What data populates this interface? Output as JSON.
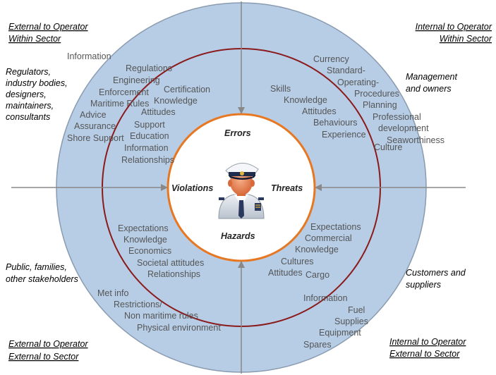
{
  "colors": {
    "outer_circle_fill": "#b7cde6",
    "outer_circle_stroke": "#8a9bb0",
    "middle_circle_stroke": "#8b1a1a",
    "inner_circle_fill": "#ffffff",
    "inner_circle_stroke": "#e87722",
    "axis_arrows": "#888888",
    "text": "#555555"
  },
  "corners": {
    "top_left": [
      "External to Operator",
      "Within Sector"
    ],
    "top_right": [
      "Internal to Operator",
      "Within Sector"
    ],
    "bottom_left": [
      "External to Operator",
      "External to Sector"
    ],
    "bottom_right": [
      "Internal to Operator",
      "External to Sector"
    ]
  },
  "stakeholders": {
    "top_left": [
      "Regulators,",
      "industry bodies,",
      "designers,",
      "maintainers,",
      "consultants"
    ],
    "top_right": [
      "Management",
      "and owners"
    ],
    "bottom_left": [
      "Public, families,",
      "other stakeholders"
    ],
    "bottom_right": [
      "Customers and",
      "suppliers"
    ]
  },
  "core": {
    "top": "Errors",
    "left": "Violations",
    "right": "Threats",
    "bottom": "Hazards",
    "center_icon": "ship-captain-icon"
  },
  "outer_ring": {
    "top_left": [
      "Information",
      "Assurance",
      "Shore Support"
    ],
    "top_right": [
      "Currency",
      "Standard-",
      "Operating-",
      "Procedures",
      "Planning",
      "Professional",
      "development",
      "Seaworthiness"
    ],
    "bottom_left": [
      "Met info",
      "Restrictions/",
      "Non maritime rules",
      "Physical environment"
    ],
    "bottom_right": [
      "Information",
      "Fuel",
      "Supplies",
      "Equipment",
      "Spares"
    ]
  },
  "middle_ring": {
    "top_left": [
      "Regulations",
      "Engineering",
      "Enforcement",
      "Maritime Rules",
      "Advice",
      "Certification",
      "Knowledge",
      "Attitudes",
      "Support",
      "Education",
      "Information",
      "Relationships"
    ],
    "top_right": [
      "Skills",
      "Knowledge",
      "Attitudes",
      "Behaviours",
      "Experience",
      "Culture"
    ],
    "bottom_left": [
      "Expectations",
      "Knowledge",
      "Economics",
      "Societal attitudes",
      "Relationships"
    ],
    "bottom_right": [
      "Expectations",
      "Commercial",
      "Knowledge",
      "Cultures",
      "Attitudes",
      "Cargo"
    ]
  }
}
